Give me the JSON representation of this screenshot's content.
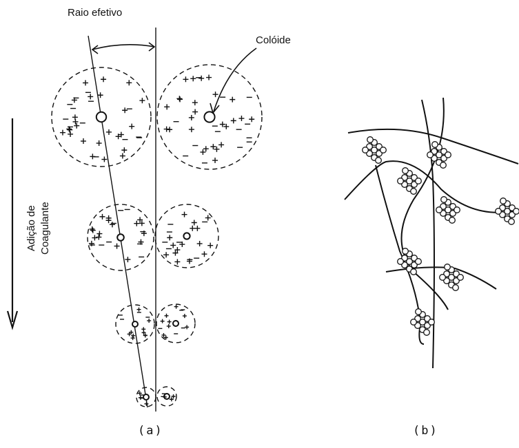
{
  "labels": {
    "effective_radius": "Raio efetivo",
    "colloid": "Colóide",
    "coagulant_line1": "Adição de",
    "coagulant_line2": "Coagulante",
    "panel_a": "(a)",
    "panel_b": "(b)"
  },
  "colors": {
    "ink": "#111111",
    "background": "#ffffff"
  }
}
